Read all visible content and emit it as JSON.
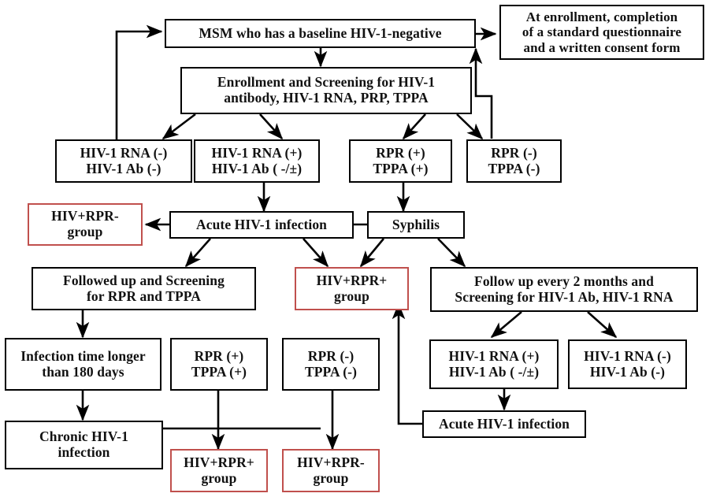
{
  "diagram": {
    "title": "HIV-1 and syphilis screening and follow-up flowchart for MSM cohort",
    "colors": {
      "box_border": "#000000",
      "highlight_border": "#c0504d",
      "background": "#ffffff",
      "text": "#111111"
    },
    "nodes": [
      {
        "id": "msm",
        "label": "MSM who has a baseline HIV-1-negative",
        "highlight": false
      },
      {
        "id": "enrollment-note",
        "label": "At enrollment, completion of a standard questionnaire and a written consent form",
        "highlight": false
      },
      {
        "id": "screening",
        "label": "Enrollment and Screening for HIV-1 antibody, HIV-1 RNA, PRP, TPPA",
        "highlight": false
      },
      {
        "id": "rna-neg-ab-neg",
        "label": "HIV-1 RNA (-) HIV-1 Ab (-)",
        "highlight": false
      },
      {
        "id": "rna-pos-ab-eq",
        "label": "HIV-1 RNA (+) HIV-1 Ab ( -/±)",
        "highlight": false
      },
      {
        "id": "rpr-pos-tppa-pos",
        "label": "RPR (+) TPPA (+)",
        "highlight": false
      },
      {
        "id": "rpr-neg-tppa-neg",
        "label": "RPR (-) TPPA (-)",
        "highlight": false
      },
      {
        "id": "hiv-rpr-neg-group-top",
        "label": "HIV+RPR- group",
        "highlight": true
      },
      {
        "id": "acute-hiv-top",
        "label": "Acute HIV-1 infection",
        "highlight": false
      },
      {
        "id": "syphilis",
        "label": "Syphilis",
        "highlight": false
      },
      {
        "id": "followup-rpr-tppa",
        "label": "Followed up and Screening for RPR and TPPA",
        "highlight": false
      },
      {
        "id": "hiv-rpr-pos-group-mid",
        "label": "HIV+RPR+ group",
        "highlight": true
      },
      {
        "id": "followup-2months",
        "label": "Follow up every 2 months and Screening for HIV-1 Ab, HIV-1 RNA",
        "highlight": false
      },
      {
        "id": "infection-180",
        "label": "Infection time longer than 180 days",
        "highlight": false
      },
      {
        "id": "rpr-pos-tppa-pos-2",
        "label": "RPR (+) TPPA (+)",
        "highlight": false
      },
      {
        "id": "rpr-neg-tppa-neg-2",
        "label": "RPR (-) TPPA (-)",
        "highlight": false
      },
      {
        "id": "rna-pos-ab-eq-2",
        "label": "HIV-1 RNA (+) HIV-1 Ab ( -/±)",
        "highlight": false
      },
      {
        "id": "rna-neg-ab-neg-2",
        "label": "HIV-1 RNA (-) HIV-1 Ab (-)",
        "highlight": false
      },
      {
        "id": "acute-hiv-bottom",
        "label": "Acute HIV-1 infection",
        "highlight": false
      },
      {
        "id": "chronic-hiv",
        "label": "Chronic HIV-1 infection",
        "highlight": false
      },
      {
        "id": "hiv-rpr-pos-group-bottom",
        "label": "HIV+RPR+ group",
        "highlight": true
      },
      {
        "id": "hiv-rpr-neg-group-bottom",
        "label": "HIV+RPR- group",
        "highlight": true
      }
    ],
    "box_text": {
      "msm_line1": "MSM who has a baseline HIV-1-negative",
      "note_line1": "At  enrollment,  completion",
      "note_line2": "of a standard questionnaire",
      "note_line3": "and a written consent form",
      "screening_line1": "Enrollment and Screening for HIV-1",
      "screening_line2": "antibody, HIV-1 RNA, PRP, TPPA",
      "rna_neg_line1": "HIV-1 RNA (-)",
      "rna_neg_line2": "HIV-1 Ab (-)",
      "rna_pos_line1": "HIV-1 RNA (+)",
      "rna_pos_line2": "HIV-1 Ab ( -/±)",
      "rpr_pos_line1": "RPR (+)",
      "rpr_pos_line2": "TPPA (+)",
      "rpr_neg_line1": "RPR (-)",
      "rpr_neg_line2": "TPPA (-)",
      "hiv_rpr_neg_line1": "HIV+RPR-",
      "hiv_rpr_neg_line2": "group",
      "hiv_rpr_pos_line1": "HIV+RPR+",
      "hiv_rpr_pos_line2": "group",
      "acute_hiv": "Acute HIV-1 infection",
      "syphilis": "Syphilis",
      "followup_rpr_line1": "Followed up and Screening",
      "followup_rpr_line2": "for RPR and TPPA",
      "followup_2m_line1": "Follow up every 2 months and",
      "followup_2m_line2": "Screening for HIV-1 Ab, HIV-1 RNA",
      "infection180_line1": "Infection time longer",
      "infection180_line2": "than 180 days",
      "chronic_line1": "Chronic HIV-1",
      "chronic_line2": "infection"
    }
  }
}
